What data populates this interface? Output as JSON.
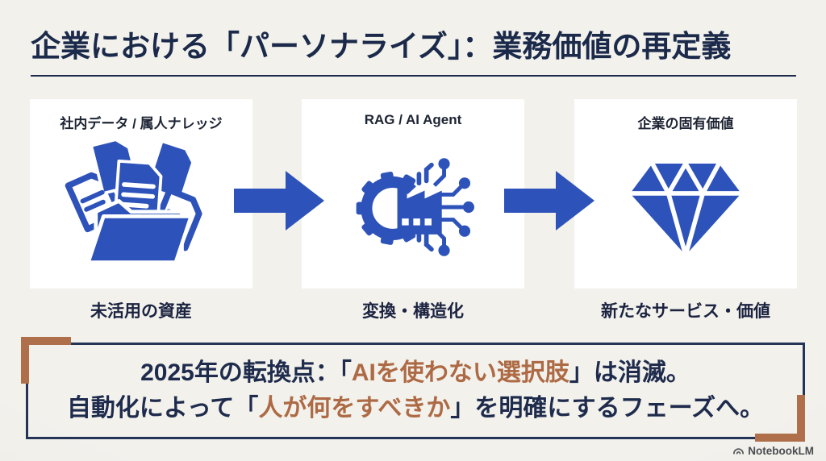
{
  "slide": {
    "title": "企業における「パーソナライズ」：業務価値の再定義",
    "steps": [
      {
        "label": "社内データ / 属人ナレッジ",
        "caption": "未活用の資産",
        "icon": "documents-folder-icon"
      },
      {
        "label": "RAG / AI Agent",
        "caption": "変換・構造化",
        "icon": "gear-factory-circuit-icon"
      },
      {
        "label": "企業の固有価値",
        "caption": "新たなサービス・価値",
        "icon": "diamond-icon"
      }
    ],
    "callout": {
      "line1": {
        "pre": "2025年の転換点：「",
        "highlight": "AIを使わない選択肢",
        "post": "」は消滅。"
      },
      "line2": {
        "pre": "自動化によって「",
        "highlight": "人が何をすべきか",
        "post": "」を明確にするフェーズへ。"
      }
    },
    "brand": "NotebookLM",
    "colors": {
      "background": "#f0efe9",
      "panel": "#ffffff",
      "icon_blue": "#2d53ba",
      "navy_text": "#1e2b4c",
      "accent_brown": "#ad6a44",
      "bracket_brown": "#ae6f4a",
      "brand_gray": "#494c50"
    }
  }
}
